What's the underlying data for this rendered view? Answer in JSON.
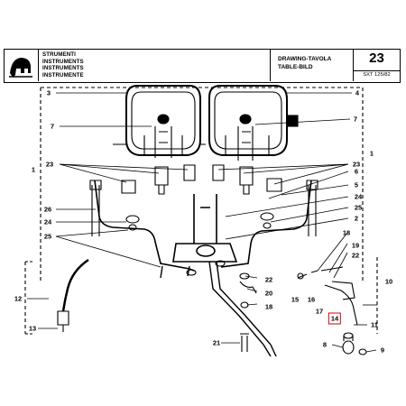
{
  "header": {
    "titles": [
      "STRUMENTI",
      "INSTRUMENTS",
      "INSTRUMENTS",
      "INSTRUMENTE"
    ],
    "drawing_label_1": "DRAWING-TAVOLA",
    "drawing_label_2": "TABLE-BILD",
    "drawing_number": "23",
    "drawing_code": "SXT 125/82"
  },
  "part_labels": [
    "1",
    "2",
    "3",
    "4",
    "5",
    "6",
    "7",
    "8",
    "9",
    "10",
    "11",
    "12",
    "13",
    "14",
    "15",
    "16",
    "17",
    "18",
    "19",
    "20",
    "21",
    "22",
    "23",
    "24",
    "25",
    "26"
  ],
  "highlighted_part": "14",
  "colors": {
    "line": "#000000",
    "highlight": "#d40000"
  }
}
